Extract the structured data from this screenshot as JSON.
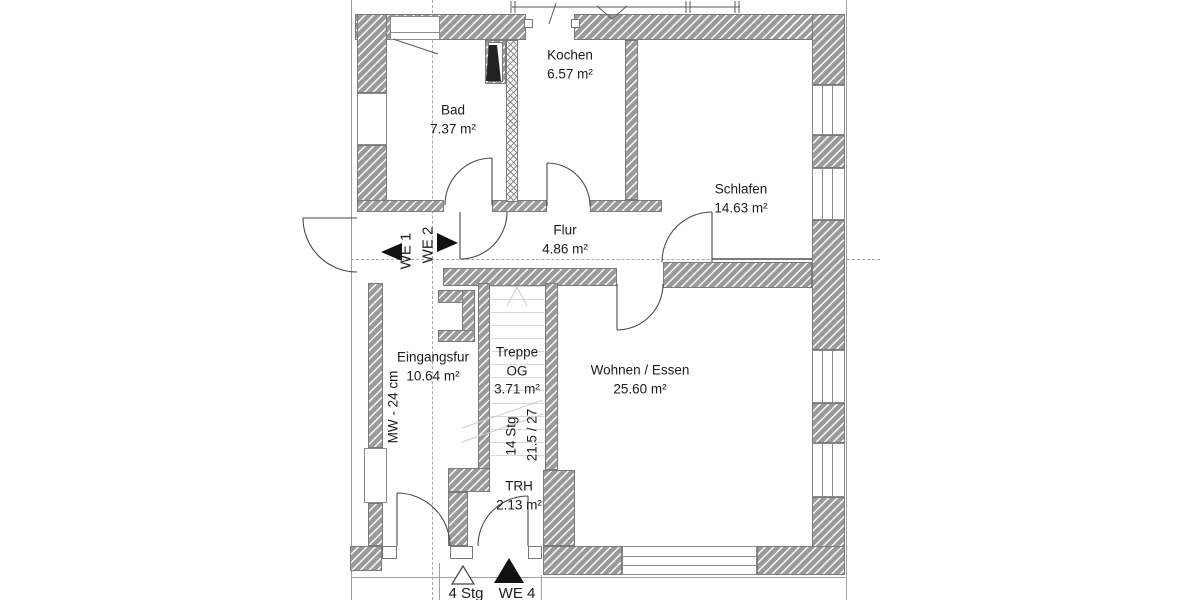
{
  "rooms": {
    "bad": {
      "name": "Bad",
      "area": "7.37 m²"
    },
    "kochen": {
      "name": "Kochen",
      "area": "6.57 m²"
    },
    "schlafen": {
      "name": "Schlafen",
      "area": "14.63 m²"
    },
    "flur": {
      "name": "Flur",
      "area": "4.86 m²"
    },
    "eingangsflur": {
      "name": "Eingangsfur",
      "area": "10.64 m²"
    },
    "treppe": {
      "name": "Treppe",
      "floor": "OG",
      "area": "3.71 m²"
    },
    "wohnen": {
      "name": "Wohnen / Essen",
      "area": "25.60 m²"
    },
    "trh": {
      "name": "TRH",
      "area": "2.13 m²"
    }
  },
  "annotations": {
    "unit1": "WE 1",
    "unit2": "WE 2",
    "unit4": "WE 4",
    "wall_note": "MW - 24 cm",
    "stair_steps": "14 Stg",
    "stair_dims": "21.5 / 27",
    "lower_stairs": "4 Stg"
  },
  "colors": {
    "wall_gray": "#9b9b9b",
    "line_dark": "#4a4a4a",
    "faint_gray": "#d9d9d9"
  }
}
